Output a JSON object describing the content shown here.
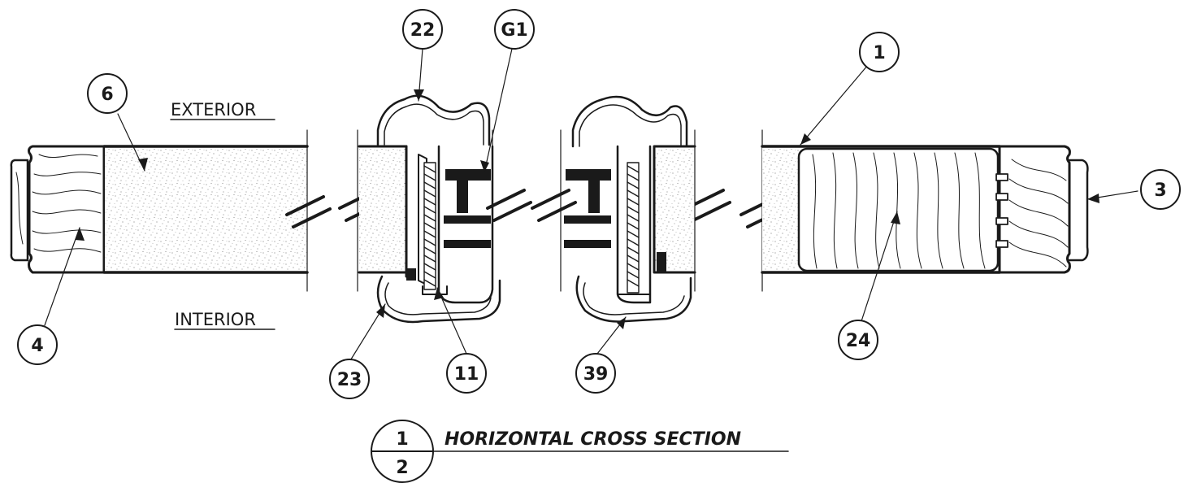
{
  "labels": {
    "exterior": "EXTERIOR",
    "interior": "INTERIOR"
  },
  "callouts": {
    "c22": "22",
    "cG1": "G1",
    "c1": "1",
    "c6": "6",
    "c3": "3",
    "c4": "4",
    "c23": "23",
    "c11": "11",
    "c39": "39",
    "c24": "24"
  },
  "title_block": {
    "title": "HORIZONTAL CROSS SECTION",
    "detail_number": "1",
    "sheet_number": "2"
  },
  "colors": {
    "line": "#1a1a1a",
    "background": "#ffffff"
  }
}
